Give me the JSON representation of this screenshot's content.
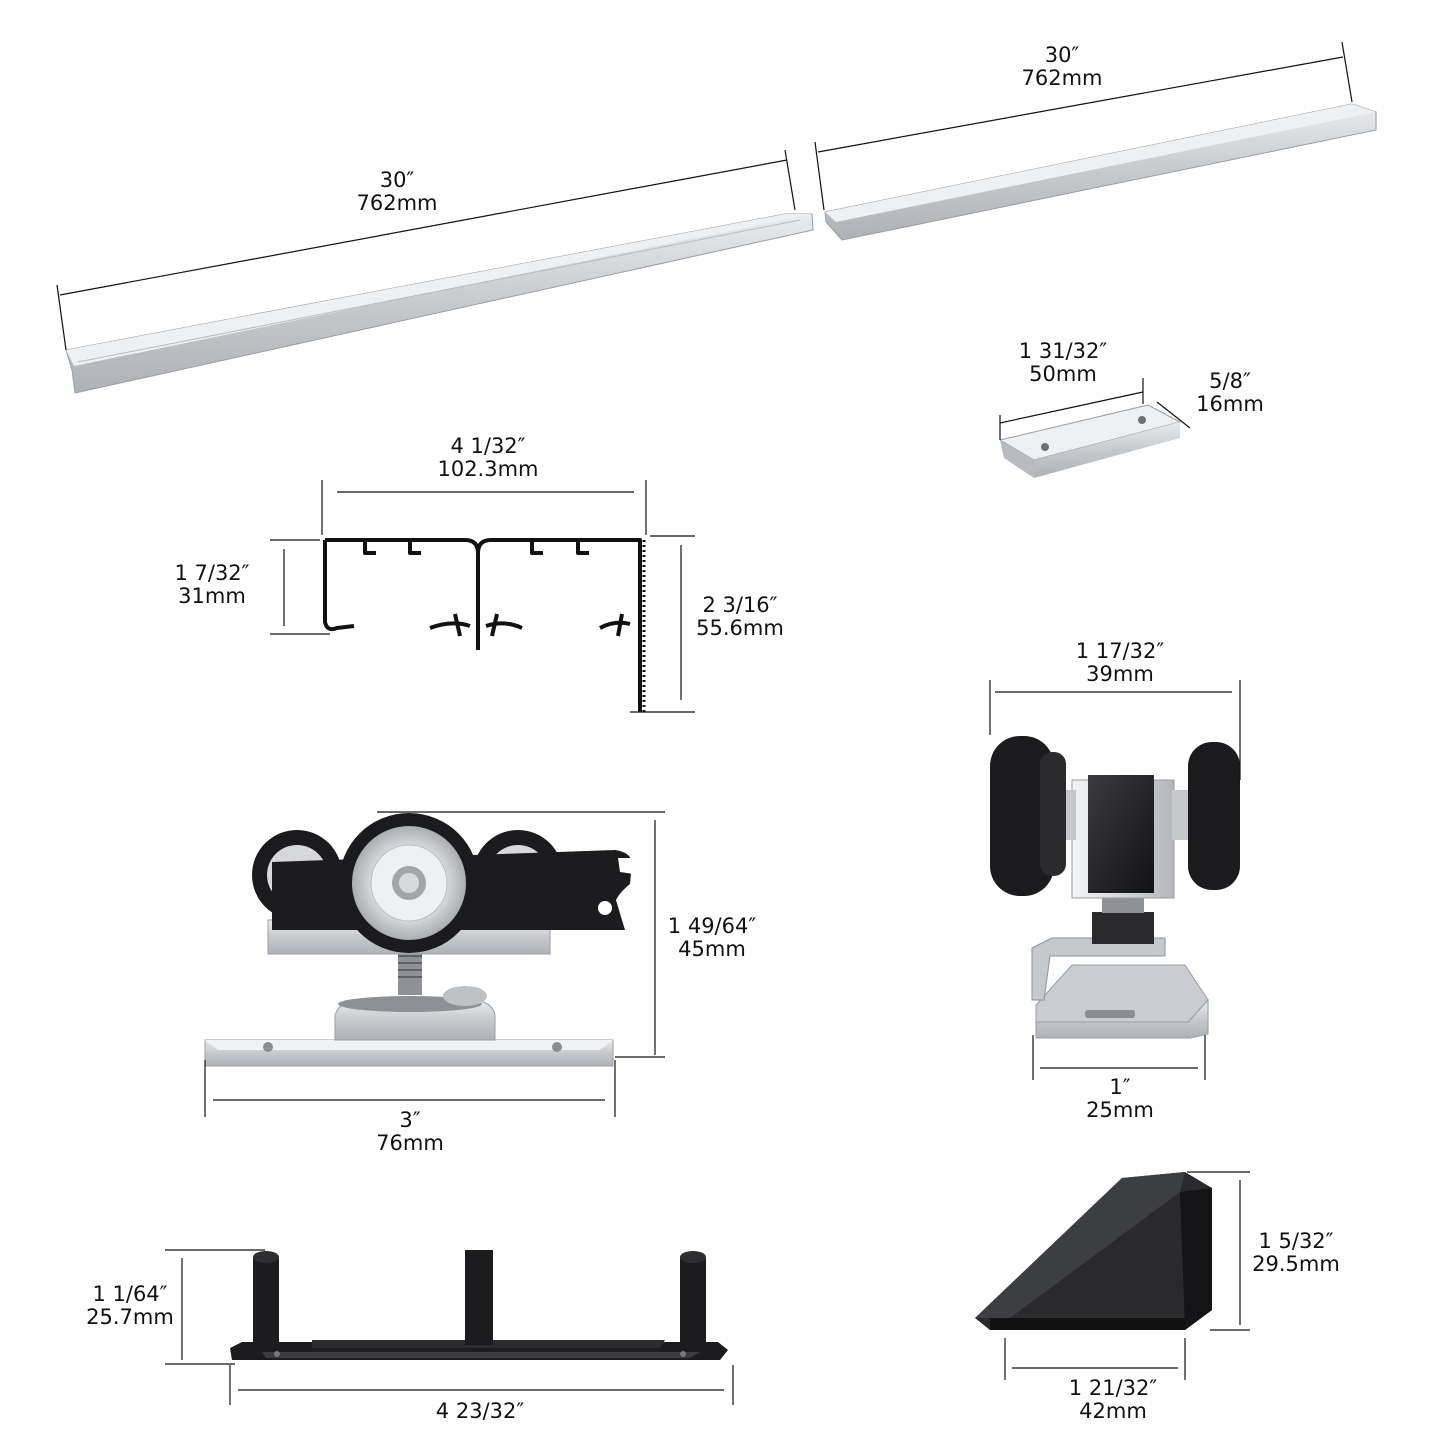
{
  "colors": {
    "aluminum": "#cfd2d5",
    "aluminum_dark": "#9fa3a7",
    "black_part": "#1c1c1e",
    "dimension_line": "#111111"
  },
  "rails": {
    "left": {
      "inch": "30″",
      "mm": "762mm"
    },
    "right": {
      "inch": "30″",
      "mm": "762mm"
    }
  },
  "connector": {
    "length": {
      "inch": "1 31/32″",
      "mm": "50mm"
    },
    "width": {
      "inch": "5/8″",
      "mm": "16mm"
    }
  },
  "profile": {
    "width": {
      "inch": "4 1/32″",
      "mm": "102.3mm"
    },
    "channel_height": {
      "inch": "1 7/32″",
      "mm": "31mm"
    },
    "total_height": {
      "inch": "2 3/16″",
      "mm": "55.6mm"
    }
  },
  "roller_side": {
    "height": {
      "inch": "1 49/64″",
      "mm": "45mm"
    },
    "length": {
      "inch": "3″",
      "mm": "76mm"
    }
  },
  "roller_front": {
    "wheel_width": {
      "inch": "1 17/32″",
      "mm": "39mm"
    },
    "plate_width": {
      "inch": "1″",
      "mm": "25mm"
    }
  },
  "floor_guide": {
    "height": {
      "inch": "1 1/64″",
      "mm": "25.7mm"
    },
    "length": {
      "inch": "4 23/32″"
    }
  },
  "door_stop": {
    "height": {
      "inch": "1 5/32″",
      "mm": "29.5mm"
    },
    "length": {
      "inch": "1 21/32″",
      "mm": "42mm"
    }
  }
}
